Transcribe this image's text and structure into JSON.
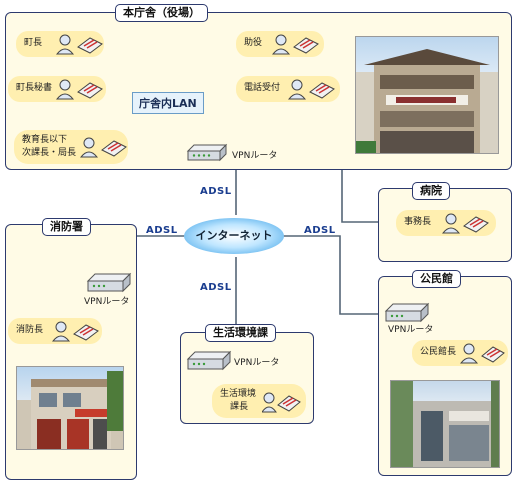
{
  "lan_label": "庁舎内LAN",
  "internet_label": "インターネット",
  "adsl_label": "ADSL",
  "router_label": "VPNルータ",
  "buildings": {
    "honchosha": {
      "title": "本庁舎（役場）"
    },
    "byoin": {
      "title": "病院"
    },
    "shobosho": {
      "title": "消防署"
    },
    "kominkan": {
      "title": "公民館"
    },
    "seikatsu": {
      "title": "生活環境課"
    }
  },
  "persons": {
    "chocho": "町長",
    "joyaku": "助役",
    "chocho_hisho": "町長秘書",
    "denwa": "電話受付",
    "kyoiku_line1": "教育長以下",
    "kyoiku_line2": "次課長・局長",
    "jimucho": "事務長",
    "shobocho": "消防長",
    "kominkancho": "公民館長",
    "seikatsu_line1": "生活環境",
    "seikatsu_line2": "課長"
  },
  "colors": {
    "panel_border": "#2d3a6e",
    "panel_fill": "#fffbe6",
    "bubble_fill": "#ffefb0",
    "line_color": "#556677",
    "adsl_text": "#1a3d8f"
  }
}
